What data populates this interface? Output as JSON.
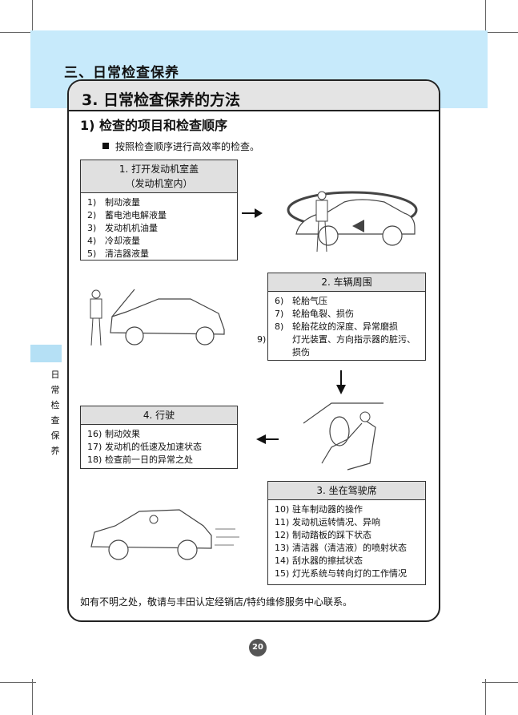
{
  "section": {
    "title": "三、日常检查保养"
  },
  "main": {
    "title": "3. 日常检查保养的方法",
    "subtitle": "1) 检查的项目和检查顺序",
    "intro": "按照检查顺序进行高效率的检查。"
  },
  "step1": {
    "heading_line1": "1. 打开发动机室盖",
    "heading_line2": "（发动机室内）",
    "items": [
      {
        "num": "1)",
        "text": "制动液量"
      },
      {
        "num": "2)",
        "text": "蓄电池电解液量"
      },
      {
        "num": "3)",
        "text": "发动机机油量"
      },
      {
        "num": "4)",
        "text": "冷却液量"
      },
      {
        "num": "5)",
        "text": "清洁器液量"
      }
    ]
  },
  "step2": {
    "heading": "2. 车辆周围",
    "items": [
      {
        "num": "6)",
        "text": "轮胎气压"
      },
      {
        "num": "7)",
        "text": "轮胎龟裂、损伤"
      },
      {
        "num": "8)",
        "text": "轮胎花纹的深度、异常磨损"
      },
      {
        "num": "9)",
        "text": "灯光装置、方向指示器的脏污、损伤"
      }
    ]
  },
  "step3": {
    "heading": "3. 坐在驾驶席",
    "items": [
      {
        "num": "10)",
        "text": "驻车制动器的操作"
      },
      {
        "num": "11)",
        "text": "发动机运转情况、异响"
      },
      {
        "num": "12)",
        "text": "制动踏板的踩下状态"
      },
      {
        "num": "13)",
        "text": "清洁器（清洁液）的喷射状态"
      },
      {
        "num": "14)",
        "text": "刮水器的擦拭状态"
      },
      {
        "num": "15)",
        "text": "灯光系统与转向灯的工作情况"
      }
    ]
  },
  "step4": {
    "heading": "4. 行驶",
    "items": [
      {
        "num": "16)",
        "text": "制动效果"
      },
      {
        "num": "17)",
        "text": "发动机的低速及加速状态"
      },
      {
        "num": "18)",
        "text": "检查前一日的异常之处"
      }
    ]
  },
  "side_tab": {
    "chars": [
      "日",
      "常",
      "检",
      "查",
      "保",
      "养"
    ]
  },
  "footer": {
    "note": "如有不明之处，敬请与丰田认定经销店/特约维修服务中心联系。"
  },
  "page": {
    "number": "20"
  }
}
